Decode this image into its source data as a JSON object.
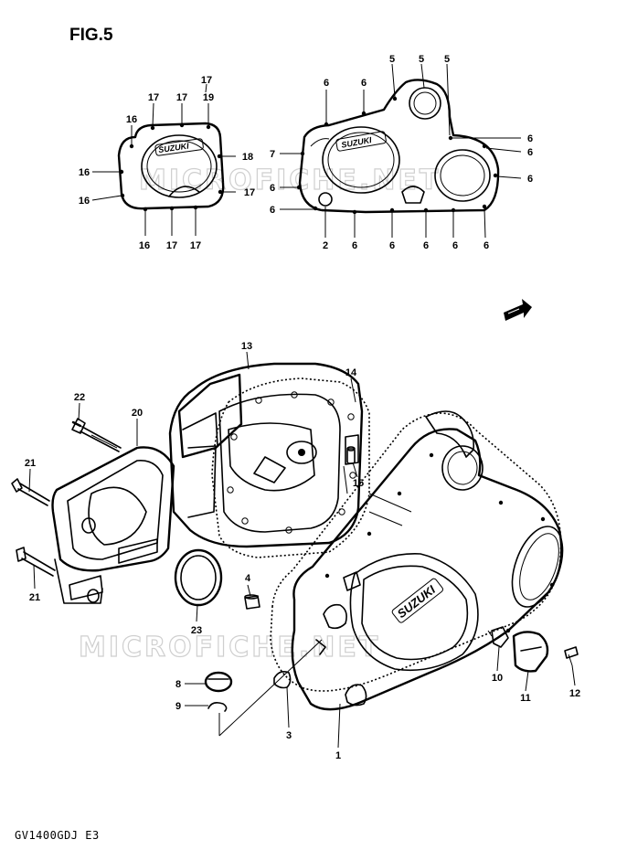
{
  "figure_title": "FIG.5",
  "model_code": "GV1400GDJ  E3",
  "watermark": "MICROFICHE.NET",
  "logo_text": "SUZUKI",
  "callouts": [
    {
      "id": "c-top-17a",
      "label": "17"
    },
    {
      "id": "c-top-17b",
      "label": "17"
    },
    {
      "id": "c-top-17c",
      "label": "17"
    },
    {
      "id": "c-top-19",
      "label": "19"
    },
    {
      "id": "c-top-16a",
      "label": "16"
    },
    {
      "id": "c-top-16b",
      "label": "16"
    },
    {
      "id": "c-top-16c",
      "label": "16"
    },
    {
      "id": "c-top-18",
      "label": "18"
    },
    {
      "id": "c-top-17d",
      "label": "17"
    },
    {
      "id": "c-top-16d",
      "label": "16"
    },
    {
      "id": "c-top-17e",
      "label": "17"
    },
    {
      "id": "c-top-17f",
      "label": "17"
    },
    {
      "id": "c-top-6a",
      "label": "6"
    },
    {
      "id": "c-top-6b",
      "label": "6"
    },
    {
      "id": "c-top-5a",
      "label": "5"
    },
    {
      "id": "c-top-5b",
      "label": "5"
    },
    {
      "id": "c-top-5c",
      "label": "5"
    },
    {
      "id": "c-top-6c",
      "label": "6"
    },
    {
      "id": "c-top-6d",
      "label": "6"
    },
    {
      "id": "c-top-6e",
      "label": "6"
    },
    {
      "id": "c-top-7",
      "label": "7"
    },
    {
      "id": "c-top-6f",
      "label": "6"
    },
    {
      "id": "c-top-6g",
      "label": "6"
    },
    {
      "id": "c-top-2",
      "label": "2"
    },
    {
      "id": "c-top-6h",
      "label": "6"
    },
    {
      "id": "c-top-6i",
      "label": "6"
    },
    {
      "id": "c-top-6j",
      "label": "6"
    },
    {
      "id": "c-top-6k",
      "label": "6"
    },
    {
      "id": "c-top-6l",
      "label": "6"
    },
    {
      "id": "c-13",
      "label": "13"
    },
    {
      "id": "c-14",
      "label": "14"
    },
    {
      "id": "c-22",
      "label": "22"
    },
    {
      "id": "c-20",
      "label": "20"
    },
    {
      "id": "c-21a",
      "label": "21"
    },
    {
      "id": "c-15",
      "label": "15"
    },
    {
      "id": "c-21b",
      "label": "21"
    },
    {
      "id": "c-4",
      "label": "4"
    },
    {
      "id": "c-23",
      "label": "23"
    },
    {
      "id": "c-8",
      "label": "8"
    },
    {
      "id": "c-9",
      "label": "9"
    },
    {
      "id": "c-3",
      "label": "3"
    },
    {
      "id": "c-1",
      "label": "1"
    },
    {
      "id": "c-10",
      "label": "10"
    },
    {
      "id": "c-11",
      "label": "11"
    },
    {
      "id": "c-12",
      "label": "12"
    }
  ]
}
